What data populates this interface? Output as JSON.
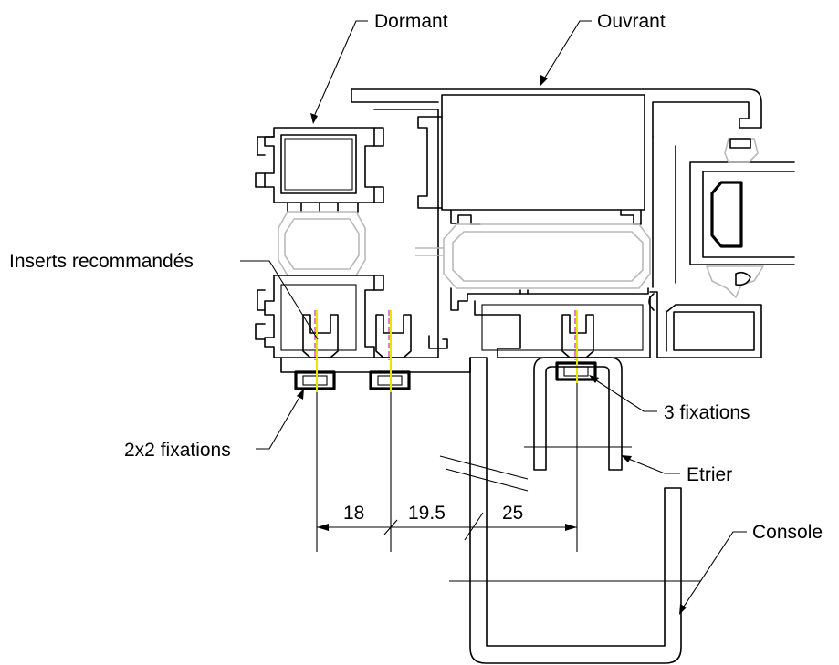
{
  "labels": {
    "dormant": "Dormant",
    "ouvrant": "Ouvrant",
    "inserts": "Inserts recommandés",
    "fix22": "2x2 fixations",
    "fix3": "3 fixations",
    "etrier": "Etrier",
    "console": "Console"
  },
  "dimensions": {
    "d1": "18",
    "d2": "19.5",
    "d3": "25"
  },
  "colors": {
    "line": "#000000",
    "profile_gray": "#b9b9b9",
    "axis_yellow": "#e6e600",
    "axis_magenta": "#d020d0"
  }
}
